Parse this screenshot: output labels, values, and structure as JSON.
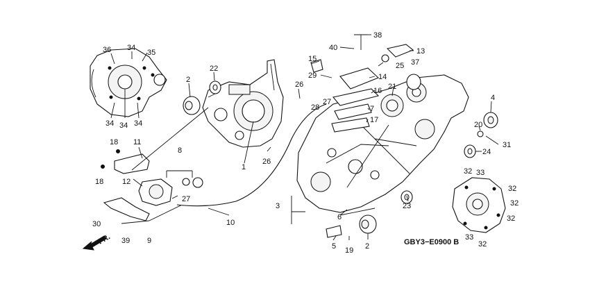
{
  "diagram_code": "GBY3−E0900 B",
  "front_arrow_label": "FR.",
  "callouts": [
    "36",
    "34",
    "35",
    "2",
    "22",
    "34",
    "34",
    "34",
    "18",
    "11",
    "8",
    "18",
    "12",
    "27",
    "30",
    "39",
    "9",
    "10",
    "1",
    "26",
    "15",
    "40",
    "38",
    "13",
    "29",
    "14",
    "37",
    "26",
    "28",
    "21",
    "16",
    "27",
    "7",
    "17",
    "4",
    "20",
    "24",
    "31",
    "3",
    "6",
    "5",
    "19",
    "2",
    "23",
    "32",
    "33",
    "32",
    "32",
    "33",
    "32",
    "32",
    "25"
  ]
}
